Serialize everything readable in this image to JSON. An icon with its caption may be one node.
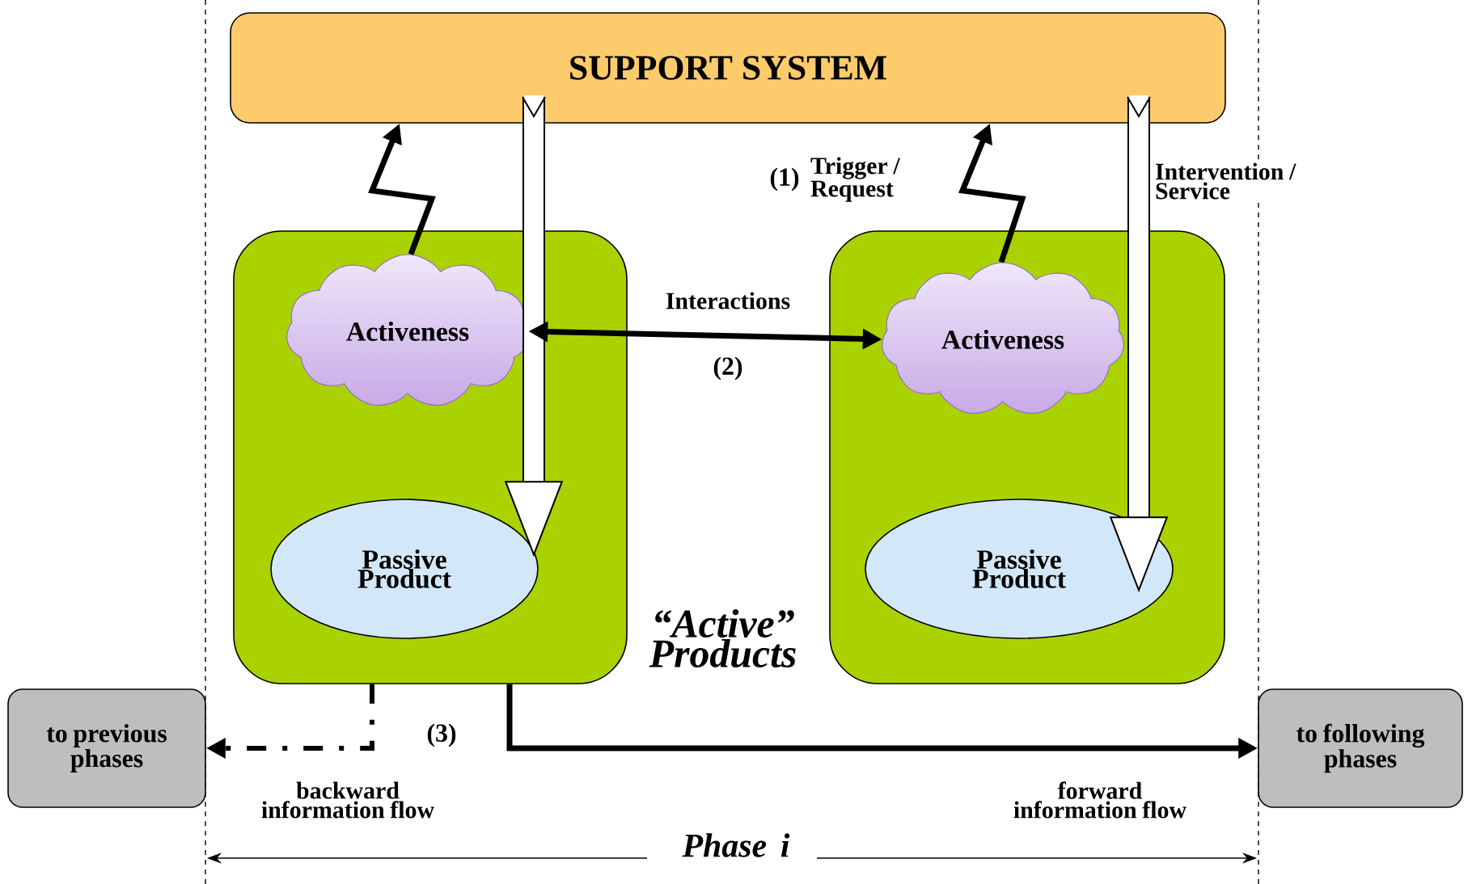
{
  "diagram": {
    "nodes": [
      {
        "text": [
          "SUPPORT SYSTEM"
        ]
      },
      {
        "text": [],
        "shape": "box"
      },
      {
        "text": [
          "Activeness"
        ],
        "in": 1
      },
      {
        "text": [
          "Passive Product"
        ],
        "in": 1
      },
      {
        "text": [],
        "shape": "box"
      },
      {
        "text": [
          "Activeness"
        ],
        "in": 4
      },
      {
        "text": [
          "Passive Product"
        ],
        "in": 4
      },
      {
        "text": [
          "to previous phases"
        ]
      },
      {
        "text": [
          "to following phases"
        ]
      }
    ],
    "edges": [
      {
        "from": 2,
        "to": 0,
        "arrow": "to"
      },
      {
        "from": 0,
        "to": 3,
        "arrow": "to",
        "style": "thick"
      },
      {
        "from": 5,
        "to": 0,
        "arrow": "to",
        "label": "Trigger / Request"
      },
      {
        "from": 0,
        "to": 6,
        "arrow": "to",
        "style": "thick",
        "label": "Intervention / Service"
      },
      {
        "from": 2,
        "to": 5,
        "arrow": "both",
        "label": "Interactions"
      },
      {
        "from": 1,
        "to": 7,
        "arrow": "to",
        "style": "dashed",
        "label": "backward information flow"
      },
      {
        "from": 1,
        "to": 8,
        "arrow": "to",
        "label": "forward information flow"
      }
    ],
    "labels": [
      "(1)",
      "(2)",
      "“Active” Products",
      "(3)",
      "Phase i"
    ]
  }
}
